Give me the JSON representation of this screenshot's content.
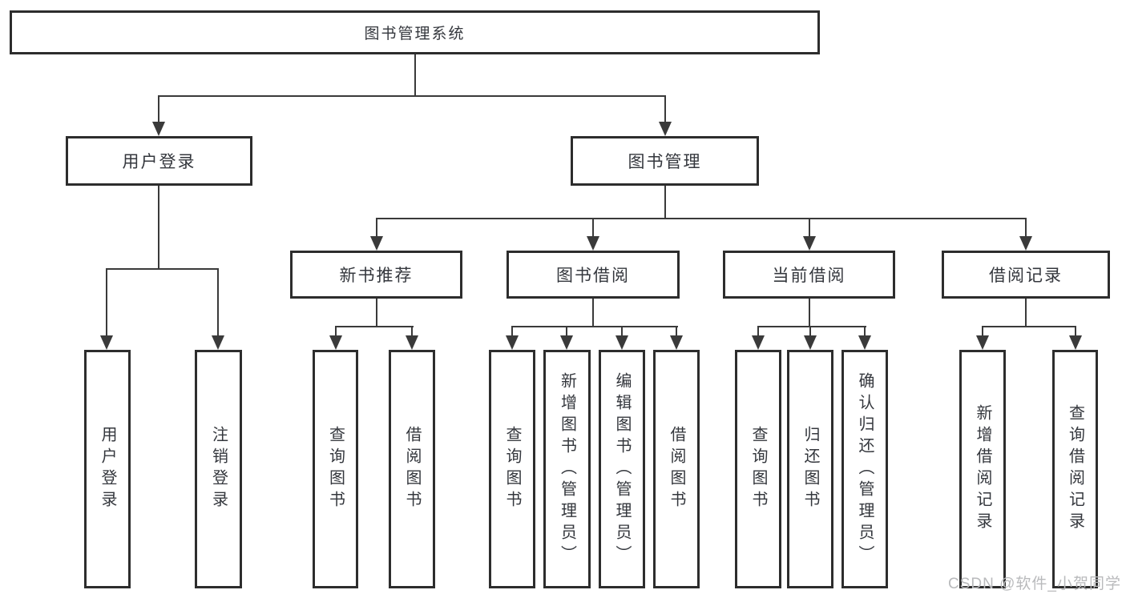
{
  "nodes": {
    "root": "图书管理系统",
    "user_login": "用户登录",
    "book_mgmt": "图书管理",
    "new_book_rec": "新书推荐",
    "book_borrow": "图书借阅",
    "current_borrow": "当前借阅",
    "borrow_record": "借阅记录"
  },
  "leaves": {
    "user_login": [
      "用户登录",
      "注销登录"
    ],
    "new_book_rec": [
      "查询图书",
      "借阅图书"
    ],
    "book_borrow": [
      "查询图书",
      "新增图书（管理员）",
      "编辑图书（管理员）",
      "借阅图书"
    ],
    "current_borrow": [
      "查询图书",
      "归还图书",
      "确认归还（管理员）"
    ],
    "borrow_record": [
      "新增借阅记录",
      "查询借阅记录"
    ]
  },
  "watermark": "CSDN @软件_小贺同学",
  "colors": {
    "line": "#3a3a3a",
    "border": "#2d2d2d",
    "text": "#34373d",
    "watermark": "#b9babc",
    "background": "#ffffff"
  }
}
